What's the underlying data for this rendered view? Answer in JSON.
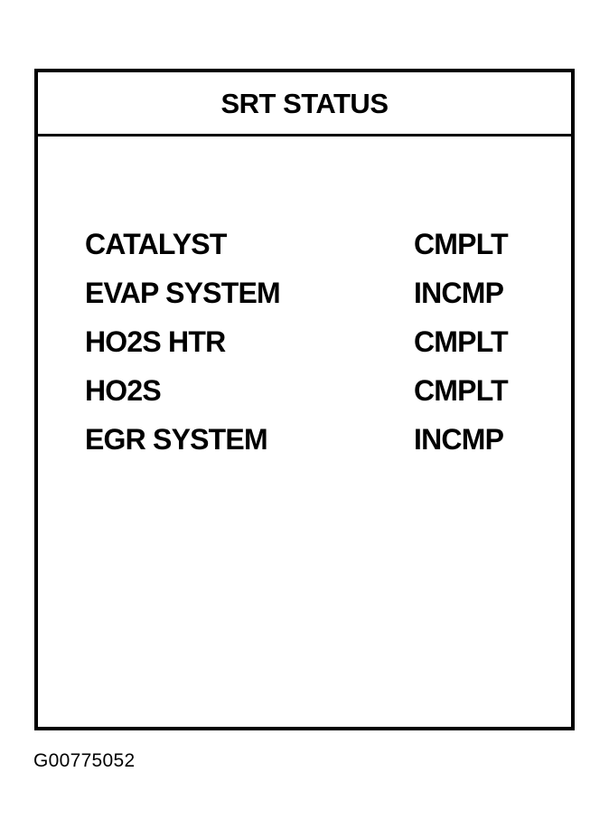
{
  "screen": {
    "title": "SRT STATUS",
    "rows": [
      {
        "label": "CATALYST",
        "value": "CMPLT"
      },
      {
        "label": "EVAP SYSTEM",
        "value": "INCMP"
      },
      {
        "label": "HO2S HTR",
        "value": "CMPLT"
      },
      {
        "label": "HO2S",
        "value": "CMPLT"
      },
      {
        "label": "EGR SYSTEM",
        "value": "INCMP"
      }
    ]
  },
  "figure_id": "G00775052"
}
